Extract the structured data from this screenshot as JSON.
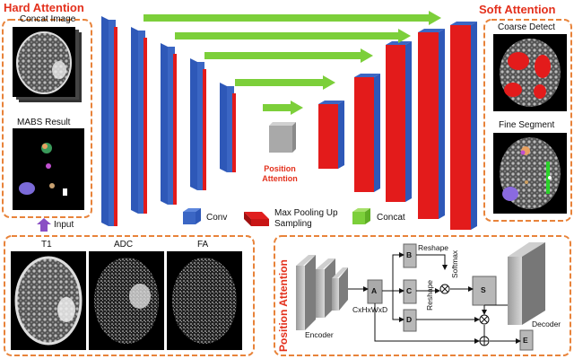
{
  "hard_attention": {
    "title": "Hard Attention",
    "concat_label": "Concat Image",
    "mabs_label": "MABS Result",
    "input_label": "Input"
  },
  "soft_attention": {
    "title": "Soft Attention",
    "coarse_label": "Coarse Detect",
    "fine_label": "Fine Segment"
  },
  "center": {
    "position_attention": "Position Attention"
  },
  "legend": {
    "conv": "Conv",
    "pool": "Max Pooling Up Sampling",
    "concat": "Concat",
    "colors": {
      "conv": "#2f5db1",
      "pool": "#e01e1e",
      "concat": "#7ccf3a"
    }
  },
  "bottom_left": {
    "t1": "T1",
    "adc": "ADC",
    "fa": "FA"
  },
  "position_attention_block": {
    "side_title": "Position Attention",
    "encoder": "Encoder",
    "decoder": "Decoder",
    "node_a": "A",
    "node_b": "B",
    "node_c": "C",
    "node_d": "D",
    "node_s": "S",
    "node_e": "E",
    "reshape_top": "Reshape",
    "reshape_mid": "Reshape",
    "softmax": "Softmax",
    "cxhxwxd": "CxHxWxD"
  },
  "colors": {
    "accent_red": "#e3301c",
    "dash_orange": "#e8833a",
    "arrow_green": "#7ccf3a",
    "block_blue": "#3b66c4",
    "block_red": "#e31b1b"
  }
}
